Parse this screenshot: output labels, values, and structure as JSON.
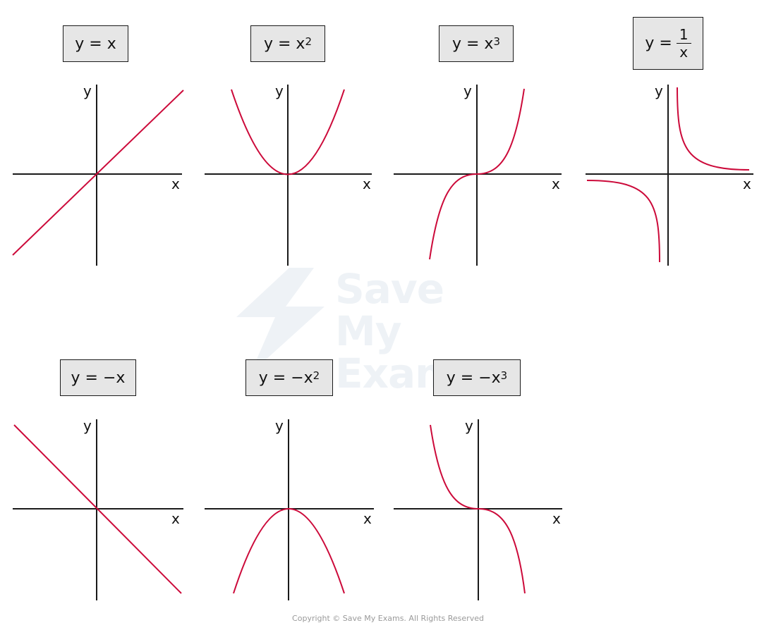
{
  "graphs": [
    {
      "id": "y-equals-x",
      "label_base": "y = x",
      "label_sup": "",
      "fraction": false,
      "axis_x": "x",
      "axis_y": "y"
    },
    {
      "id": "y-equals-x-squared",
      "label_base": "y = x",
      "label_sup": "2",
      "fraction": false,
      "axis_x": "x",
      "axis_y": "y"
    },
    {
      "id": "y-equals-x-cubed",
      "label_base": "y = x",
      "label_sup": "3",
      "fraction": false,
      "axis_x": "x",
      "axis_y": "y"
    },
    {
      "id": "y-equals-reciprocal",
      "label_base": "y =",
      "frac_num": "1",
      "frac_den": "x",
      "fraction": true,
      "axis_x": "x",
      "axis_y": "y"
    },
    {
      "id": "y-equals-neg-x",
      "label_base": "y = −x",
      "label_sup": "",
      "fraction": false,
      "axis_x": "x",
      "axis_y": "y"
    },
    {
      "id": "y-equals-neg-x-squared",
      "label_base": "y = −x",
      "label_sup": "2",
      "fraction": false,
      "axis_x": "x",
      "axis_y": "y"
    },
    {
      "id": "y-equals-neg-x-cubed",
      "label_base": "y = −x",
      "label_sup": "3",
      "fraction": false,
      "axis_x": "x",
      "axis_y": "y"
    }
  ],
  "watermark": {
    "line1": "Save My",
    "line2": "Exams"
  },
  "copyright": "Copyright © Save My Exams. All Rights Reserved",
  "colors": {
    "curve": "#cc0a3a",
    "axis": "#1a1a1a",
    "label_bg": "#e6e6e6"
  }
}
